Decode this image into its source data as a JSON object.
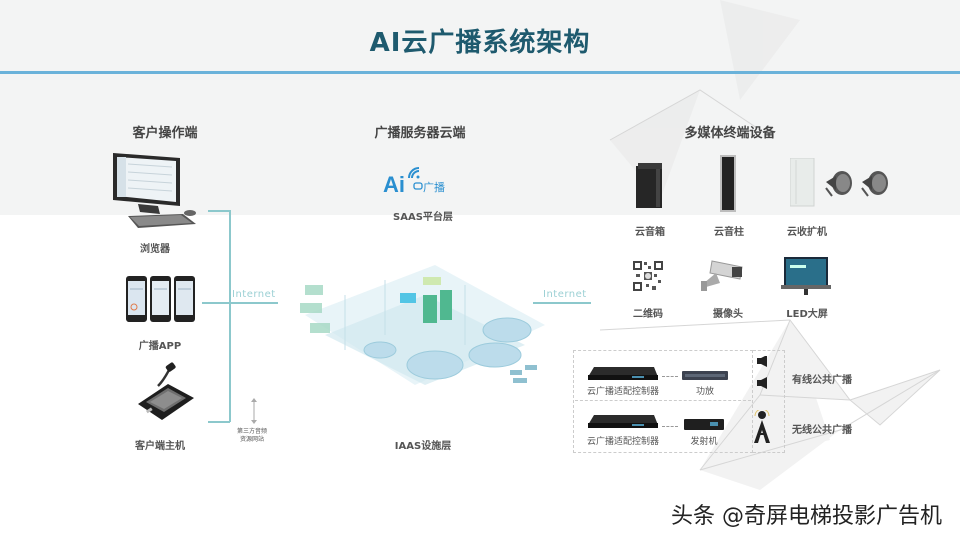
{
  "header": {
    "title": "AI云广播系统架构",
    "rule_color": "#6ab2da",
    "title_color": "#1e5a6e"
  },
  "client_section": {
    "title": "客户操作端",
    "items": [
      {
        "label": "浏览器",
        "icon": "desktop-computer-icon"
      },
      {
        "label": "广播APP",
        "icon": "smartphone-icon"
      },
      {
        "label": "客户端主机",
        "icon": "paging-microphone-icon"
      }
    ],
    "connector_label": "Internet",
    "third_party_label_line1": "第三方音频",
    "third_party_label_line2": "资源网站"
  },
  "server_section": {
    "title": "广播服务器云端",
    "logo_text_ai": "Ai",
    "logo_text_cn": "广播",
    "saas_label": "SAAS平台层",
    "iaas_label": "IAAS设施层",
    "accent_color": "#2a8fd0"
  },
  "terminal_section": {
    "title": "多媒体终端设备",
    "connector_label": "Internet",
    "row1": [
      {
        "label": "云音箱",
        "icon": "speaker-box-icon"
      },
      {
        "label": "云音柱",
        "icon": "column-speaker-icon"
      },
      {
        "label": "云收扩机",
        "icon": "amplifier-icon"
      }
    ],
    "horn_icons": [
      "horn-speaker-icon",
      "horn-speaker-icon"
    ],
    "row2": [
      {
        "label": "二维码",
        "icon": "qr-code-icon"
      },
      {
        "label": "摄像头",
        "icon": "security-camera-icon"
      },
      {
        "label": "LED大屏",
        "icon": "led-screen-icon"
      }
    ],
    "broadcast_rows": [
      {
        "device_label": "云广播适配控制器",
        "mid_label": "功放",
        "target_label": "有线公共广播"
      },
      {
        "device_label": "云广播适配控制器",
        "mid_label": "发射机",
        "target_label": "无线公共广播"
      }
    ]
  },
  "watermark": {
    "text": "头条 @奇屏电梯投影广告机"
  }
}
